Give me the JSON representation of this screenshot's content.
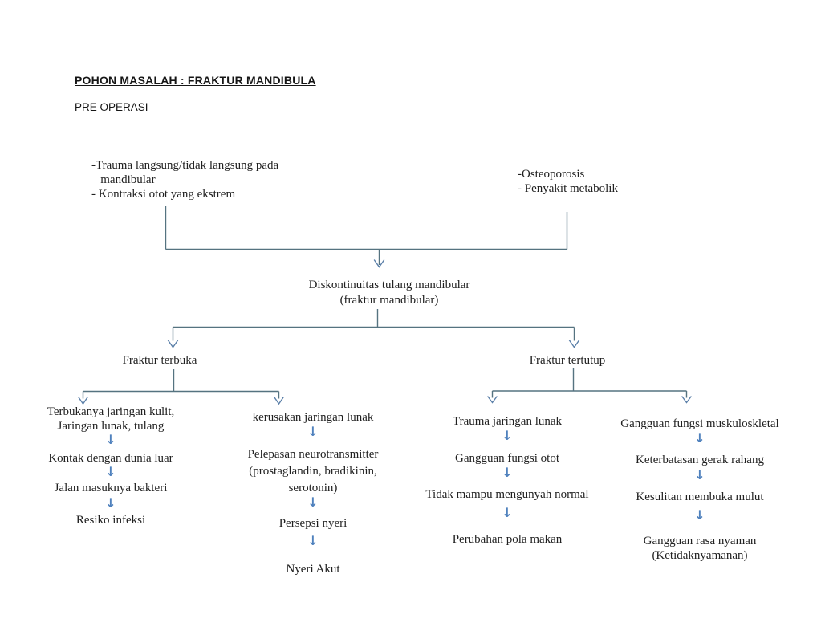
{
  "header": {
    "title": "POHON MASALAH  : FRAKTUR MANDIBULA",
    "subtitle": "PRE OPERASI"
  },
  "tree": {
    "causes_left": "-Trauma langsung/tidak langsung pada\n   mandibular\n- Kontraksi otot yang ekstrem",
    "causes_right": "-Osteoporosis\n- Penyakit metabolik",
    "root": "Diskontinuitas tulang mandibular\n(fraktur mandibular)",
    "branches": [
      {
        "label": "Fraktur terbuka"
      },
      {
        "label": "Fraktur tertutup"
      }
    ],
    "columns": [
      {
        "steps": [
          "Terbukanya jaringan kulit,\nJaringan lunak, tulang",
          "Kontak dengan dunia luar",
          "Jalan masuknya bakteri",
          "Resiko infeksi"
        ]
      },
      {
        "steps": [
          "kerusakan jaringan lunak",
          "Pelepasan neurotransmitter\n(prostaglandin, bradikinin,\nserotonin)",
          "Persepsi nyeri",
          "Nyeri Akut"
        ]
      },
      {
        "steps": [
          "Trauma jaringan lunak",
          "Gangguan fungsi otot",
          "Tidak mampu mengunyah normal",
          "Perubahan pola makan"
        ]
      },
      {
        "steps": [
          "Gangguan fungsi muskuloskletal",
          "Keterbatasan gerak rahang",
          "Kesulitan membuka mulut",
          "Gangguan rasa nyaman\n(Ketidaknyamanan)"
        ]
      }
    ],
    "colors": {
      "connector_line": "#557380",
      "thin_arrow_head": "#5a7fa8",
      "step_arrow": "#4f81bd",
      "text": "#212121"
    },
    "arrow_icon": "↓"
  }
}
